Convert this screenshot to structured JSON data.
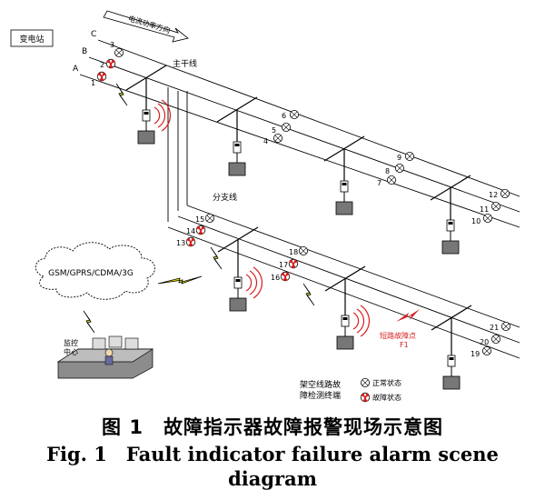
{
  "labels": {
    "substation": "变电站",
    "power_flow": "电流功率方向",
    "phase_a": "A",
    "phase_b": "B",
    "phase_c": "C",
    "main_line": "主干线",
    "branch_line": "分支线",
    "network": "GSM/GPRS/CDMA/3G",
    "monitor_center": "监控中心",
    "fault_point_line1": "短路故障点",
    "fault_point_line2": "F1"
  },
  "legend": {
    "terminal_line1": "架空线路故",
    "terminal_line2": "障检测终端",
    "normal": "正常状态",
    "fault": "故障状态"
  },
  "indicators": [
    {
      "id": "1",
      "state": "fault"
    },
    {
      "id": "2",
      "state": "fault"
    },
    {
      "id": "3",
      "state": "normal"
    },
    {
      "id": "4",
      "state": "normal"
    },
    {
      "id": "5",
      "state": "normal"
    },
    {
      "id": "6",
      "state": "normal"
    },
    {
      "id": "7",
      "state": "normal"
    },
    {
      "id": "8",
      "state": "normal"
    },
    {
      "id": "9",
      "state": "normal"
    },
    {
      "id": "10",
      "state": "normal"
    },
    {
      "id": "11",
      "state": "normal"
    },
    {
      "id": "12",
      "state": "normal"
    },
    {
      "id": "13",
      "state": "fault"
    },
    {
      "id": "14",
      "state": "fault"
    },
    {
      "id": "15",
      "state": "normal"
    },
    {
      "id": "16",
      "state": "fault"
    },
    {
      "id": "17",
      "state": "fault"
    },
    {
      "id": "18",
      "state": "normal"
    },
    {
      "id": "19",
      "state": "normal"
    },
    {
      "id": "20",
      "state": "normal"
    },
    {
      "id": "21",
      "state": "normal"
    }
  ],
  "caption": {
    "cn": "图 1　故障指示器故障报警现场示意图",
    "en": "Fig. 1　Fault indicator failure alarm scene diagram"
  },
  "colors": {
    "fault": "#d91c1c",
    "line": "#000000",
    "normal": "#ffffff"
  }
}
